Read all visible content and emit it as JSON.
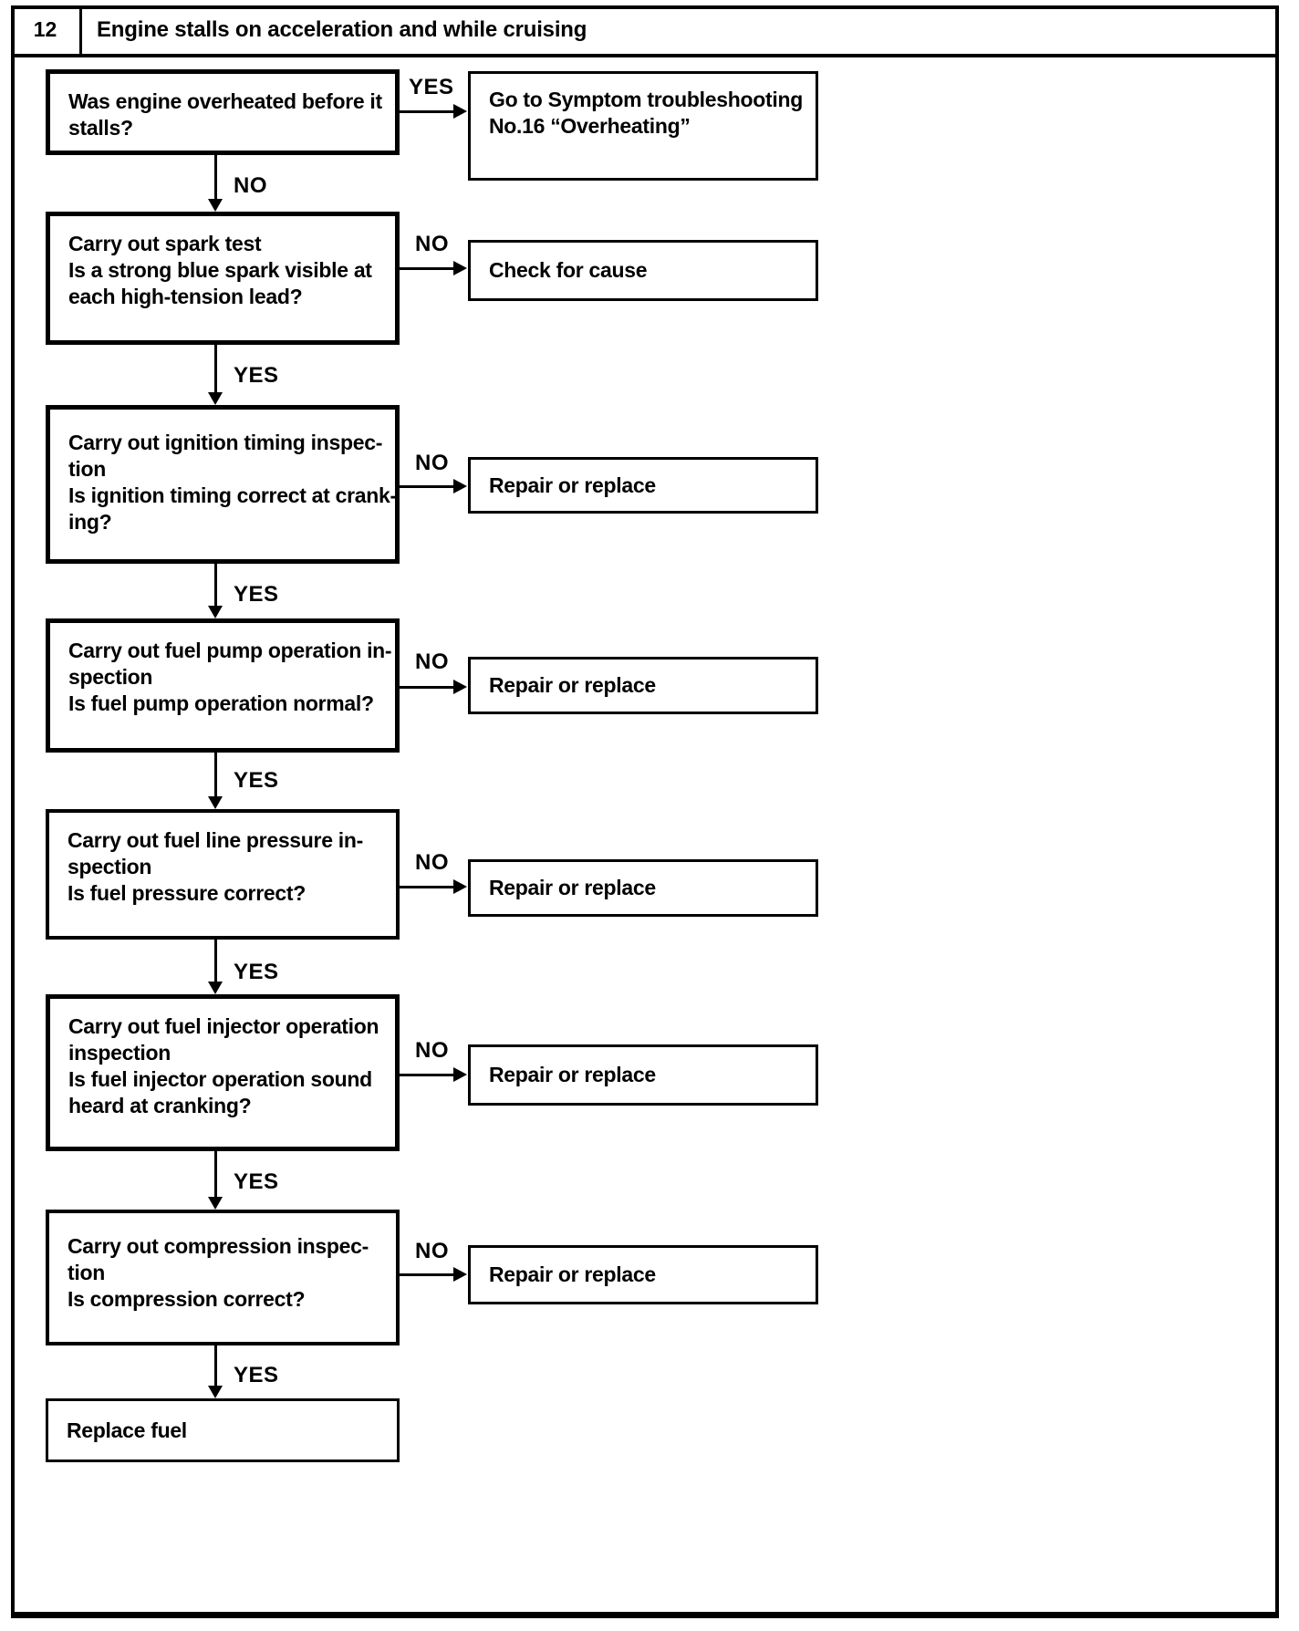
{
  "page": {
    "number": "12",
    "title": "Engine stalls on acceleration and while cruising"
  },
  "nodes": {
    "q1": {
      "lines": [
        "Was engine overheated before it",
        "stalls?"
      ]
    },
    "q2": {
      "lines": [
        "Carry out spark test",
        "Is a strong blue spark visible at",
        "each high-tension lead?"
      ]
    },
    "q3": {
      "lines": [
        "Carry out ignition timing inspec-",
        "tion",
        "Is ignition timing correct at crank-",
        "ing?"
      ]
    },
    "q4": {
      "lines": [
        "Carry out fuel pump operation in-",
        "spection",
        "Is fuel pump operation normal?"
      ]
    },
    "q5": {
      "lines": [
        "Carry out fuel line pressure in-",
        "spection",
        "Is fuel pressure correct?"
      ]
    },
    "q6": {
      "lines": [
        "Carry out fuel injector operation",
        "inspection",
        "Is fuel injector operation sound",
        "heard at cranking?"
      ]
    },
    "q7": {
      "lines": [
        "Carry out compression inspec-",
        "tion",
        "Is compression correct?"
      ]
    },
    "q8": {
      "lines": [
        "Replace fuel"
      ]
    },
    "r1": {
      "lines": [
        "Go to Symptom troubleshooting",
        "No.16 “Overheating”"
      ]
    },
    "r2": {
      "lines": [
        "Check for cause"
      ]
    },
    "r3": {
      "lines": [
        "Repair or replace"
      ]
    },
    "r4": {
      "lines": [
        "Repair or replace"
      ]
    },
    "r5": {
      "lines": [
        "Repair or replace"
      ]
    },
    "r6": {
      "lines": [
        "Repair or replace"
      ]
    },
    "r7": {
      "lines": [
        "Repair or replace"
      ]
    }
  },
  "labels": {
    "h1": "YES",
    "h2": "NO",
    "h3": "NO",
    "h4": "NO",
    "h5": "NO",
    "h6": "NO",
    "h7": "NO",
    "v1": "NO",
    "v2": "YES",
    "v3": "YES",
    "v4": "YES",
    "v5": "YES",
    "v6": "YES",
    "v7": "YES"
  }
}
